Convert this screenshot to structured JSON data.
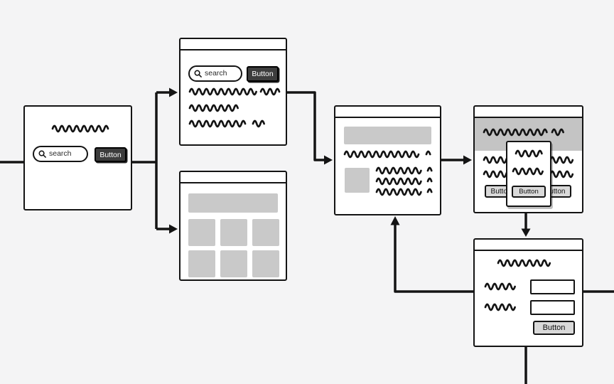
{
  "palette": {
    "canvas_bg": "#f4f4f5",
    "ink": "#141414",
    "card_bg": "#ffffff",
    "gray_fill": "#c9c9c9",
    "band_fill": "#c4c4c4",
    "dark_button_bg": "#3d3d3d",
    "dark_button_text": "#ffffff",
    "light_button_bg": "#d9d9d9"
  },
  "cards": {
    "search_landing": {
      "search_placeholder": "search",
      "button_label": "Button"
    },
    "search_results": {
      "search_placeholder": "search",
      "button_label": "Button"
    },
    "modal_overlay": {
      "left_button_label": "Button",
      "right_button_label": "Button",
      "modal_button_label": "Button"
    },
    "form": {
      "submit_label": "Button"
    }
  },
  "icons": {
    "search": "magnifying-glass"
  }
}
